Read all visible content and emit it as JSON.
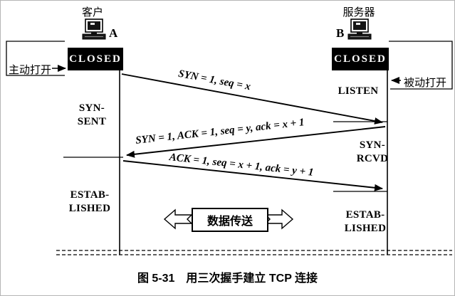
{
  "figure": {
    "caption": "图 5-31　用三次握手建立 TCP 连接"
  },
  "client": {
    "role_label": "客户",
    "host_letter": "A",
    "open_action": "主动打开",
    "state_closed": "CLOSED",
    "state_syn_sent_line1": "SYN-",
    "state_syn_sent_line2": "SENT",
    "state_established_line1": "ESTAB-",
    "state_established_line2": "LISHED"
  },
  "server": {
    "role_label": "服务器",
    "host_letter": "B",
    "open_action": "被动打开",
    "state_closed": "CLOSED",
    "state_listen": "LISTEN",
    "state_syn_rcvd_line1": "SYN-",
    "state_syn_rcvd_line2": "RCVD",
    "state_established_line1": "ESTAB-",
    "state_established_line2": "LISHED"
  },
  "segments": {
    "syn": "SYN = 1, seq = x",
    "syn_ack": "SYN = 1, ACK = 1, seq = y, ack = x + 1",
    "ack": "ACK = 1, seq = x + 1, ack = y + 1"
  },
  "data_transfer_label": "数据传送",
  "colors": {
    "line": "#000000",
    "state_box_bg": "#000000",
    "state_box_text": "#ffffff",
    "background": "#ffffff"
  }
}
